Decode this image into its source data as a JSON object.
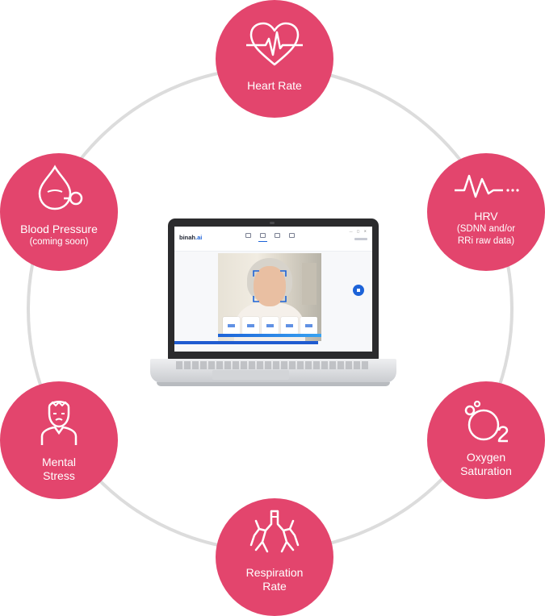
{
  "metrics": {
    "heart_rate": {
      "title": "Heart Rate",
      "icon": "heart-pulse-icon"
    },
    "blood_pressure": {
      "title": "Blood Pressure",
      "subtitle": "(coming soon)",
      "icon": "blood-drop-gauge-icon"
    },
    "hrv": {
      "title": "HRV",
      "subtitle_line1": "(SDNN and/or",
      "subtitle_line2": "RRi raw data)",
      "icon": "ecg-wave-icon"
    },
    "mental_stress": {
      "title_line1": "Mental",
      "title_line2": "Stress",
      "icon": "stressed-person-icon"
    },
    "oxygen_saturation": {
      "title_line1": "Oxygen",
      "title_line2": "Saturation",
      "icon": "oxygen-bubbles-icon"
    },
    "respiration_rate": {
      "title_line1": "Respiration",
      "title_line2": "Rate",
      "icon": "lungs-icon"
    }
  },
  "laptop": {
    "brand_prefix": "binah",
    "brand_suffix": ".ai"
  },
  "colors": {
    "bubble": "#e3456d",
    "ring": "#dcdcdc",
    "accent": "#1d63d8"
  }
}
